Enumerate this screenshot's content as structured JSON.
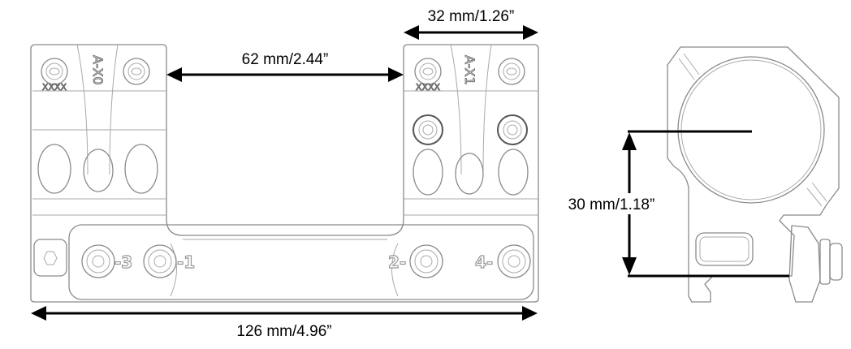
{
  "dimensions": {
    "ring_spacing": "62 mm/2.44”",
    "ring_width": "32 mm/1.26”",
    "overall_length": "126 mm/4.96”",
    "center_height": "30 mm/1.18”"
  },
  "engravings": {
    "front_ring_model": "A-X0",
    "rear_ring_model": "A-X1",
    "front_ring_code": "XXXX",
    "rear_ring_code": "XXXX"
  },
  "clamp_markings": [
    "-3",
    "-1",
    "2-",
    "4-"
  ],
  "colors": {
    "line": "#8a8a8a",
    "dimension": "#000000"
  }
}
